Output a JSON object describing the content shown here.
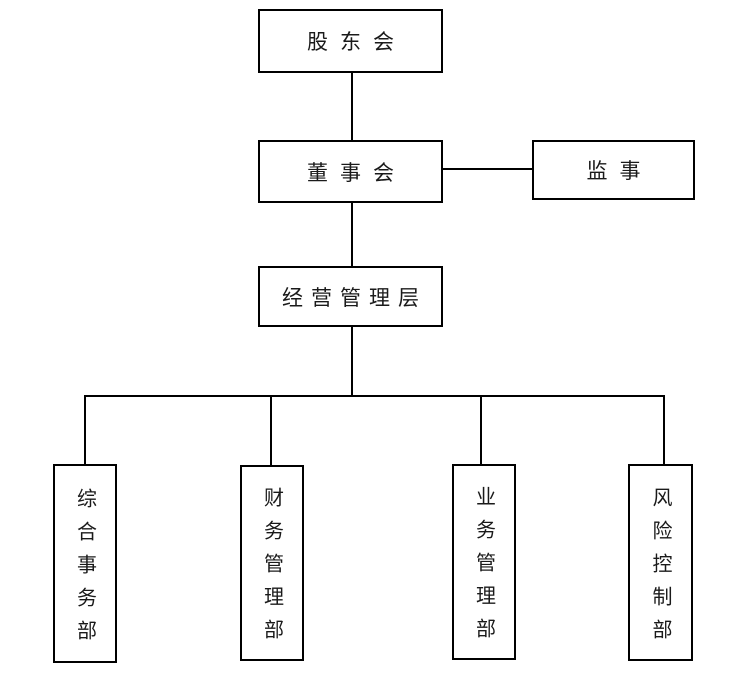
{
  "diagram": {
    "type": "org-chart",
    "background_color": "#ffffff",
    "line_color": "#000000",
    "text_color": "#1a1a1a",
    "nodes": {
      "shareholders": {
        "label": "股东会"
      },
      "board": {
        "label": "董事会"
      },
      "supervisor": {
        "label": "监事"
      },
      "management": {
        "label": "经营管理层"
      },
      "dept_general": {
        "label": "综合事务部"
      },
      "dept_finance": {
        "label": "财务管理部"
      },
      "dept_business": {
        "label": "业务管理部"
      },
      "dept_risk": {
        "label": "风险控制部"
      }
    },
    "edges": [
      {
        "from": "股东会",
        "to": "董事会"
      },
      {
        "from": "董事会",
        "to": "监事"
      },
      {
        "from": "董事会",
        "to": "经营管理层"
      },
      {
        "from": "经营管理层",
        "to": "综合事务部"
      },
      {
        "from": "经营管理层",
        "to": "财务管理部"
      },
      {
        "from": "经营管理层",
        "to": "业务管理部"
      },
      {
        "from": "经营管理层",
        "to": "风险控制部"
      }
    ]
  }
}
